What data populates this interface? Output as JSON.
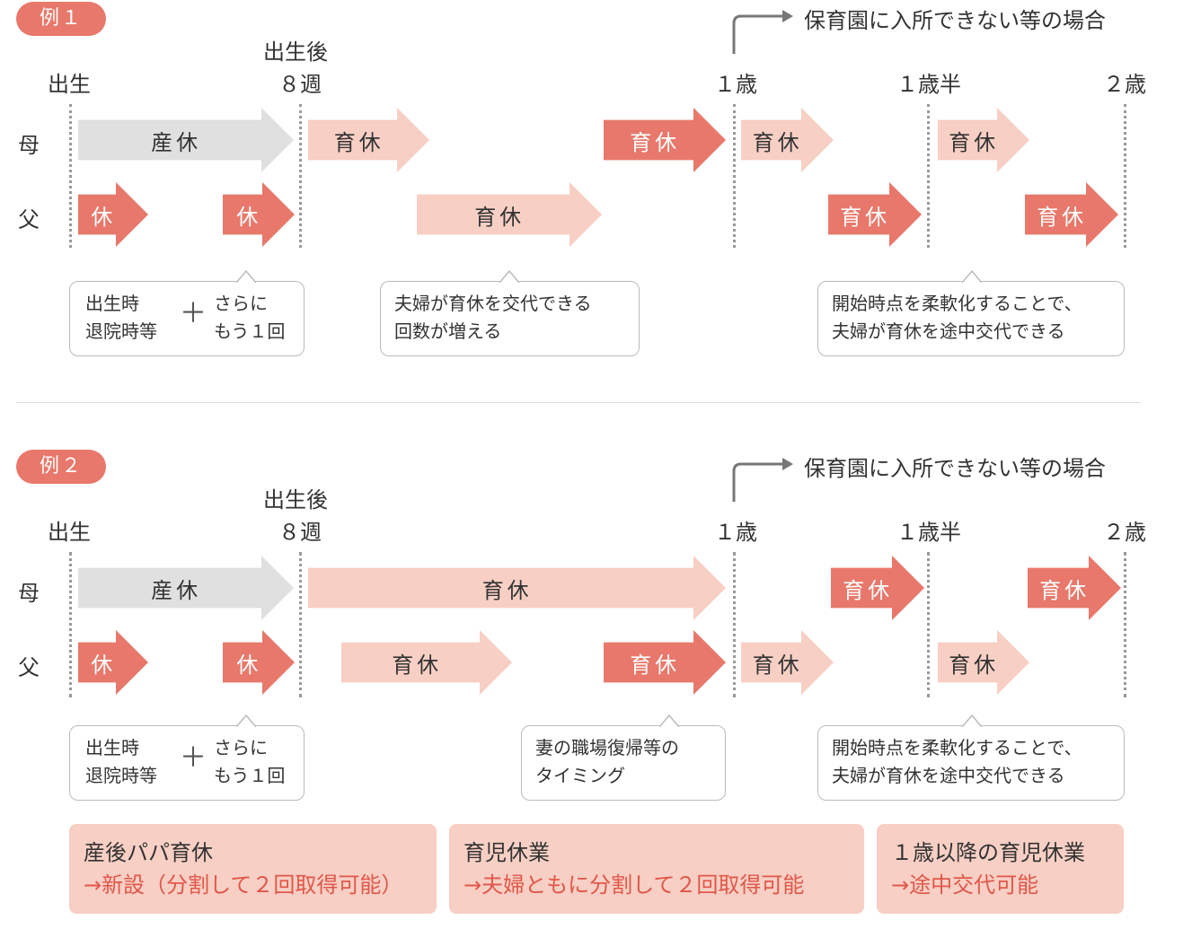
{
  "colors": {
    "maternity": "#e0e0e0",
    "leave_light": "#f7cfc4",
    "leave_dark": "#e8786b",
    "pill": "#e8786b",
    "note_bg": "#f7cfc4",
    "note_red": "#e0574a"
  },
  "examples": [
    {
      "label": "例１",
      "timeline": {
        "birth": "出生",
        "after_birth": "出生後",
        "week8": "８週",
        "age1": "１歳",
        "age1half": "１歳半",
        "age2": "２歳",
        "branch": "保育園に入所できない等の場合"
      },
      "rows": {
        "mother": "母",
        "father": "父"
      },
      "mother_arrows": [
        "産休",
        "育休",
        "育休",
        "育休",
        "育休"
      ],
      "father_arrows": [
        "休",
        "休",
        "育休",
        "育休",
        "育休"
      ],
      "callouts": [
        {
          "line1": "出生時",
          "line2": "退院時等",
          "plus": "＋",
          "line3": "さらに",
          "line4": "もう１回"
        },
        {
          "line1": "夫婦が育休を交代できる",
          "line2": "回数が増える"
        },
        {
          "line1": "開始時点を柔軟化することで、",
          "line2": "夫婦が育休を途中交代できる"
        }
      ]
    },
    {
      "label": "例２",
      "timeline": {
        "birth": "出生",
        "after_birth": "出生後",
        "week8": "８週",
        "age1": "１歳",
        "age1half": "１歳半",
        "age2": "２歳",
        "branch": "保育園に入所できない等の場合"
      },
      "rows": {
        "mother": "母",
        "father": "父"
      },
      "mother_arrows": [
        "産休",
        "育休",
        "育休",
        "育休"
      ],
      "father_arrows": [
        "休",
        "休",
        "育休",
        "育休",
        "育休",
        "育休"
      ],
      "callouts": [
        {
          "line1": "出生時",
          "line2": "退院時等",
          "plus": "＋",
          "line3": "さらに",
          "line4": "もう１回"
        },
        {
          "line1": "妻の職場復帰等の",
          "line2": "タイミング"
        },
        {
          "line1": "開始時点を柔軟化することで、",
          "line2": "夫婦が育休を途中交代できる"
        }
      ]
    }
  ],
  "notes": [
    {
      "title": "産後パパ育休",
      "detail": "→新設（分割して２回取得可能）"
    },
    {
      "title": "育児休業",
      "detail": "→夫婦ともに分割して２回取得可能"
    },
    {
      "title": "１歳以降の育児休業",
      "detail": "→途中交代可能"
    }
  ]
}
